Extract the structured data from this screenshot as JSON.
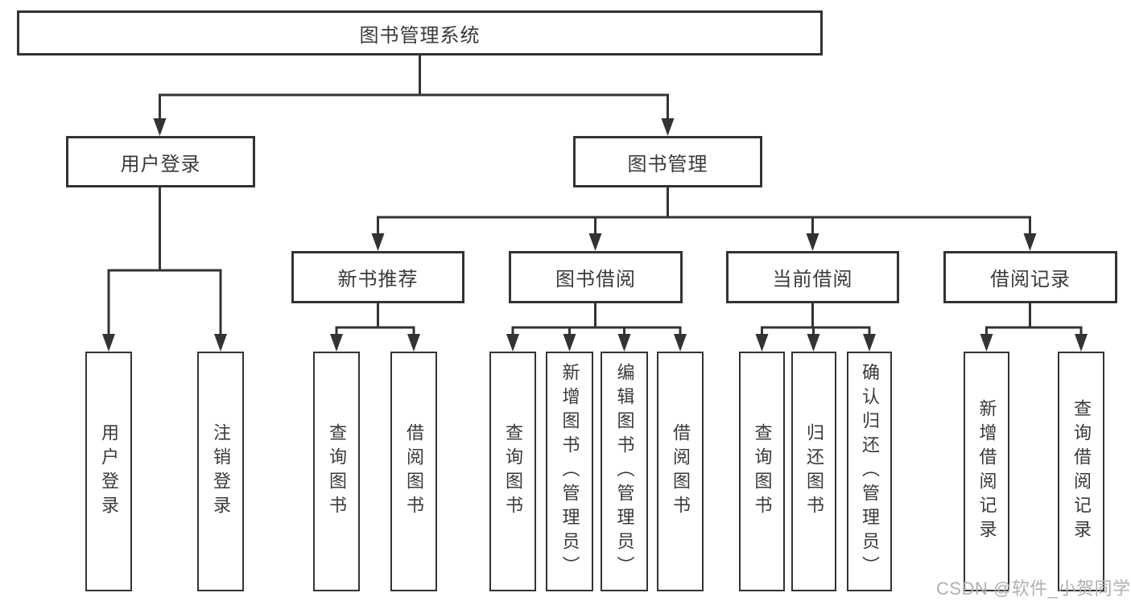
{
  "colors": {
    "line": "#333333",
    "text": "#3a3a3a",
    "watermark": "#b0b0b0",
    "background": "#ffffff"
  },
  "watermark": {
    "text": "CSDN @软件_小贺同学"
  },
  "tree": {
    "root": "图书管理系统",
    "user_branch": {
      "label": "用户登录",
      "children": [
        "用户登录",
        "注销登录"
      ]
    },
    "book_branch": {
      "label": "图书管理",
      "groups": [
        {
          "label": "新书推荐",
          "children": [
            "查询图书",
            "借阅图书"
          ]
        },
        {
          "label": "图书借阅",
          "children": [
            "查询图书",
            "新增图书（管理员）",
            "编辑图书（管理员）",
            "借阅图书"
          ]
        },
        {
          "label": "当前借阅",
          "children": [
            "查询图书",
            "归还图书",
            "确认归还（管理员）"
          ]
        },
        {
          "label": "借阅记录",
          "children": [
            "新增借阅记录",
            "查询借阅记录"
          ]
        }
      ]
    }
  }
}
